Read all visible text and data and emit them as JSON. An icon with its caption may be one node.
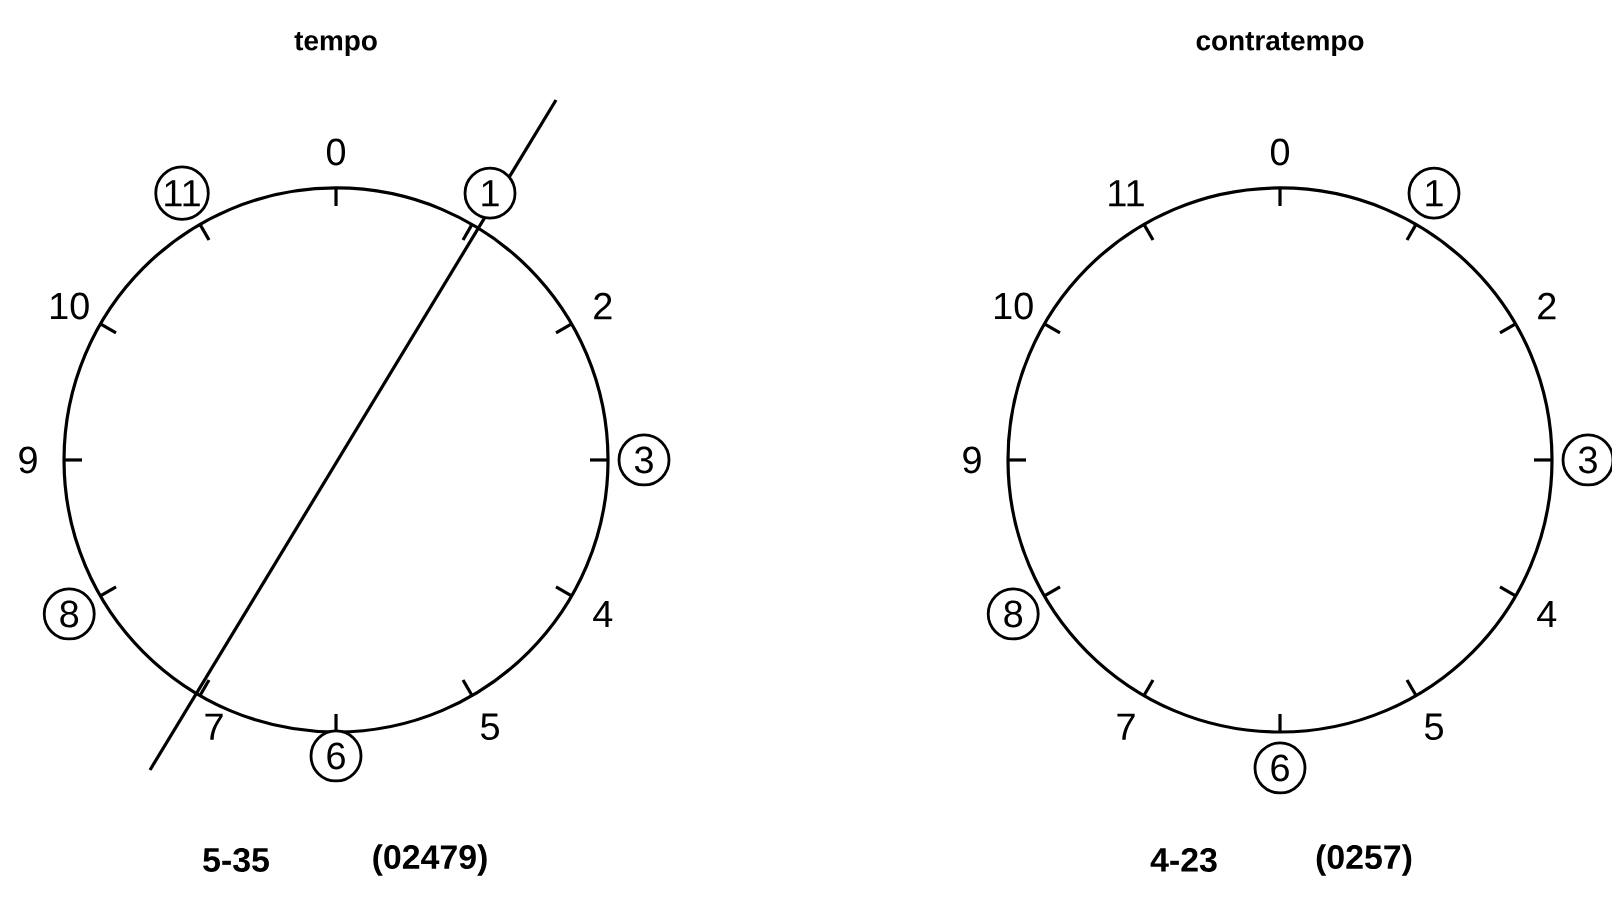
{
  "diagram": {
    "nodes": [
      {
        "text": [
          "11"
        ]
      },
      {
        "text": [
          "1"
        ]
      },
      {
        "text": [
          "3"
        ]
      },
      {
        "text": [
          "8"
        ]
      },
      {
        "text": [
          "6"
        ]
      },
      {
        "text": [
          "1"
        ]
      },
      {
        "text": [
          "3"
        ]
      },
      {
        "text": [
          "8"
        ]
      },
      {
        "text": [
          "6"
        ]
      }
    ],
    "labels": [
      "tempo",
      "contratempo",
      "0",
      "2",
      "4",
      "5",
      "7",
      "9",
      "10",
      "11",
      "0",
      "2",
      "4",
      "5",
      "7",
      "9",
      "10",
      "5-35",
      "(02479)",
      "4-23",
      "(0257)"
    ]
  }
}
